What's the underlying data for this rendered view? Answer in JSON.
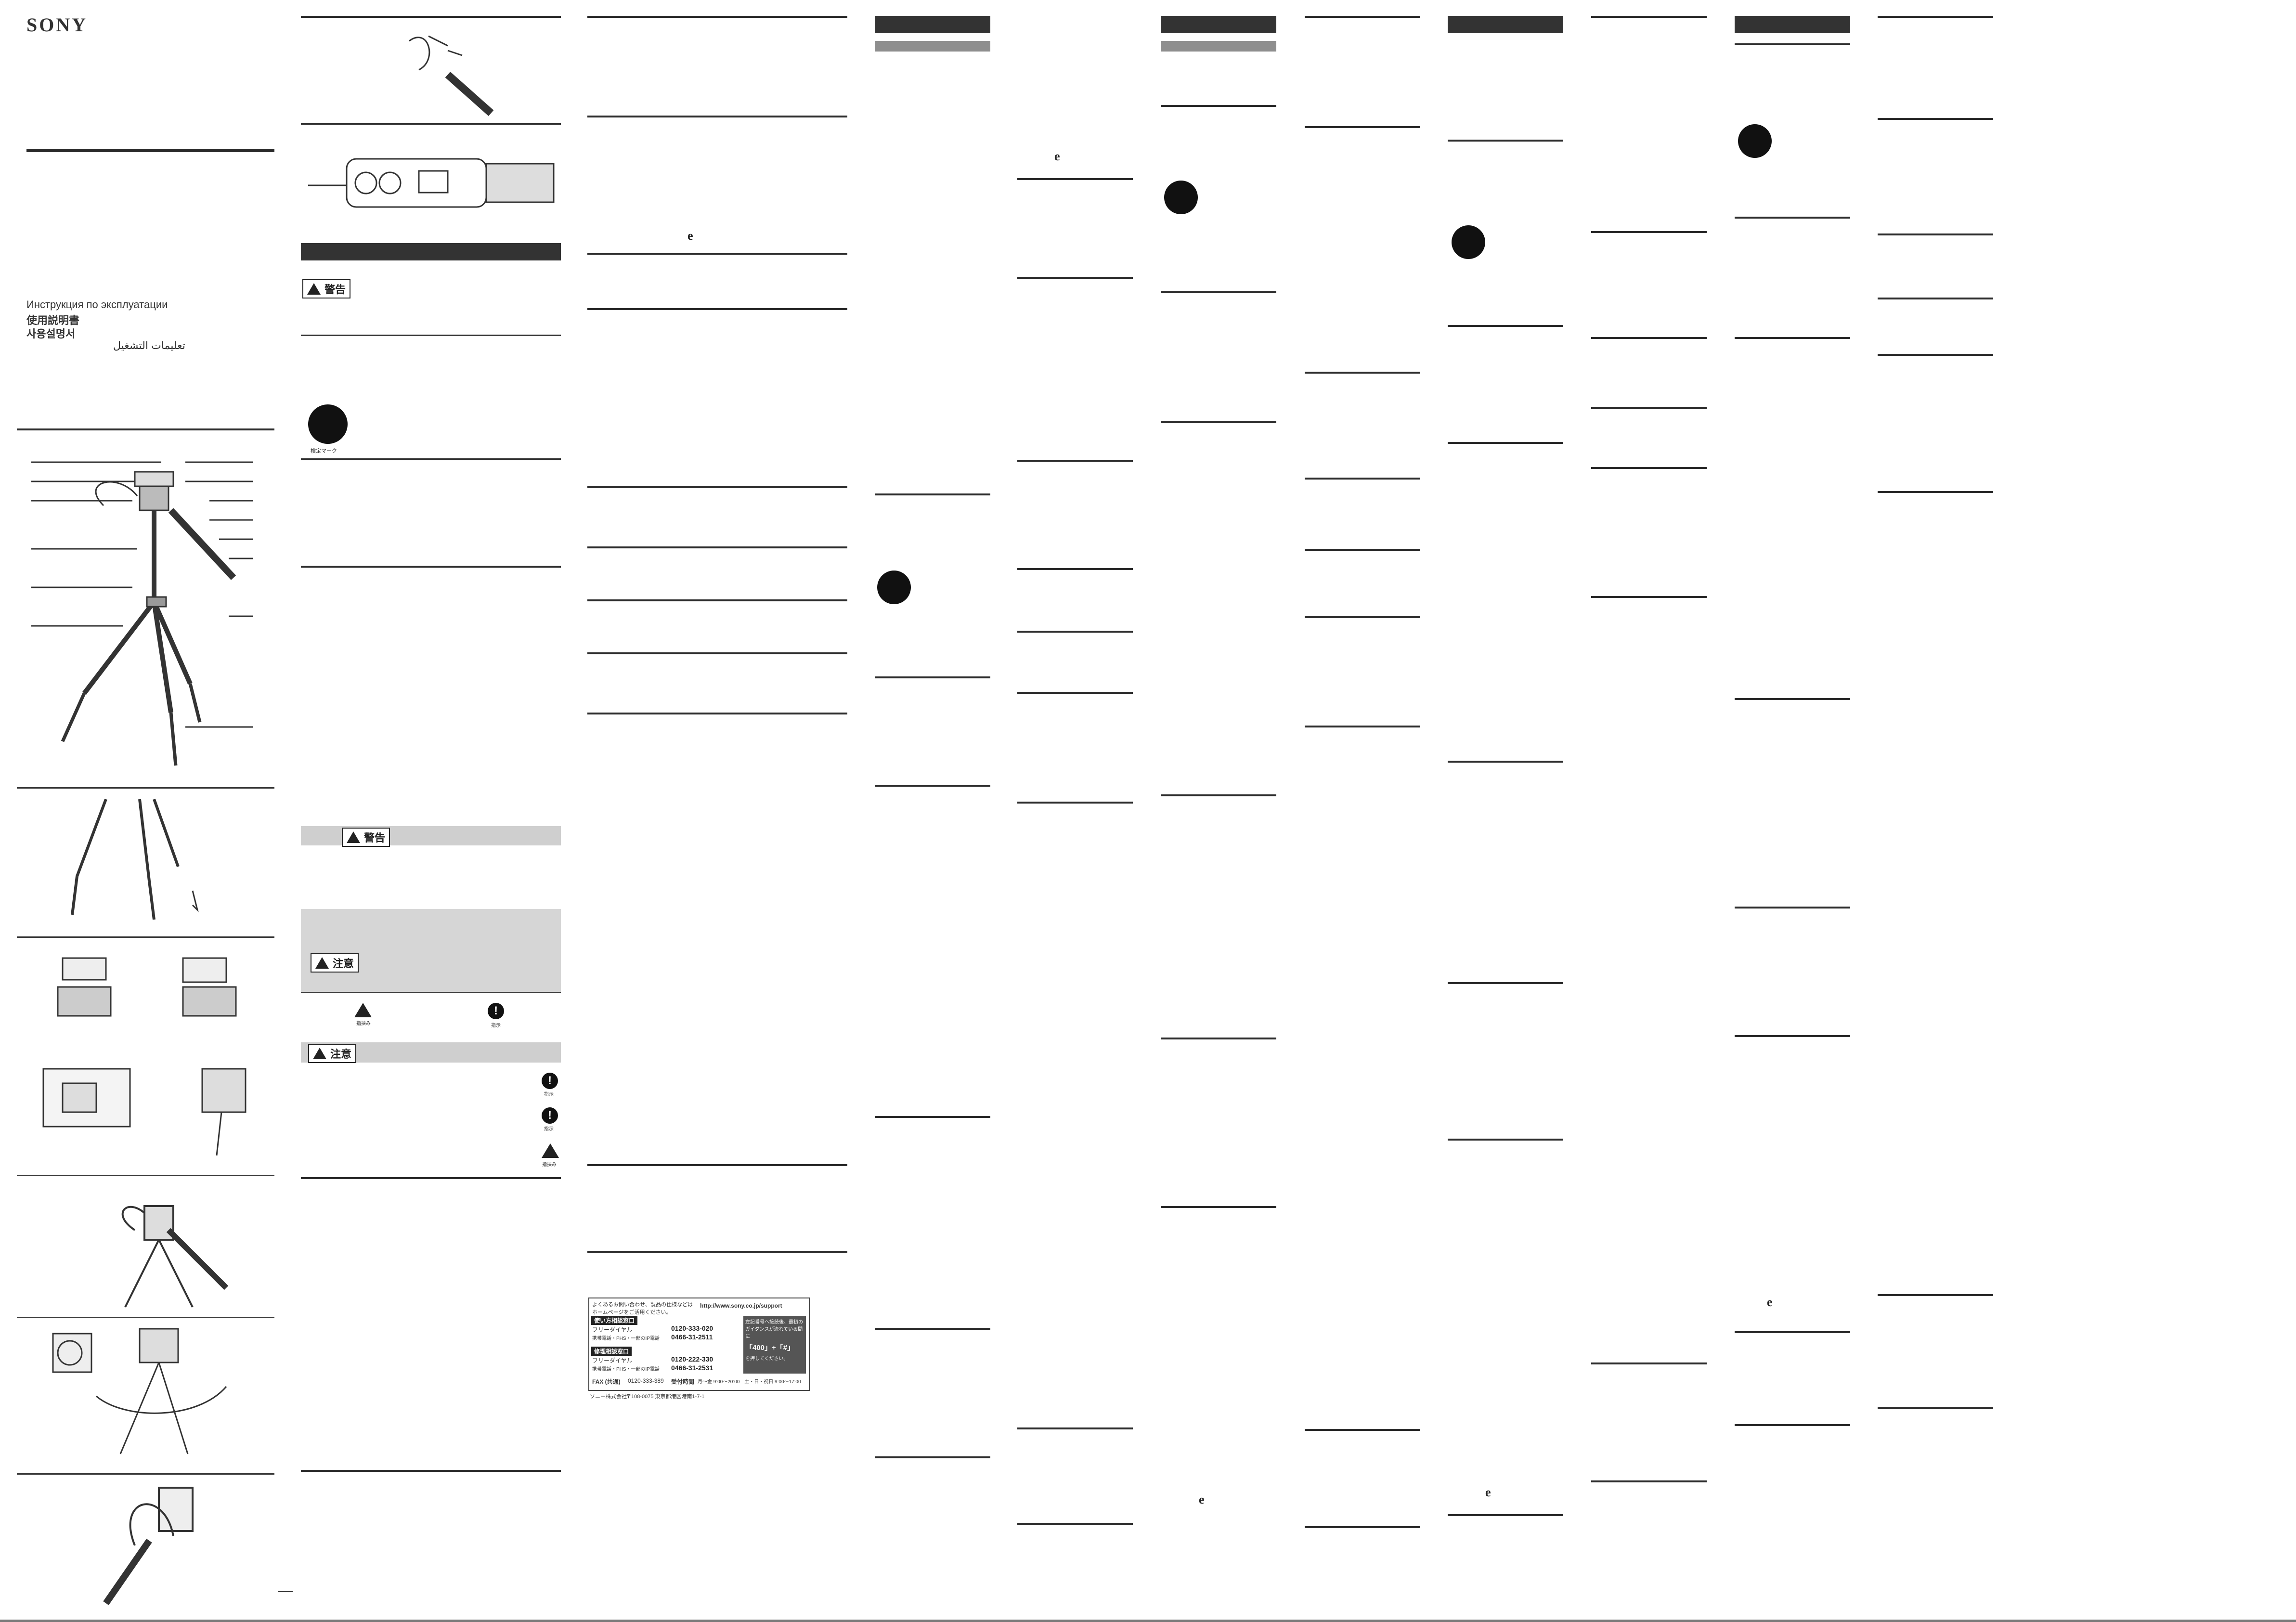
{
  "cover": {
    "brand": "SONY",
    "title_ru": "Инструкция по эксплуатации",
    "title_ja": "使用説明書",
    "title_ko": "사용설명서",
    "title_ar": "تعليمات التشغيل"
  },
  "warnings": {
    "warning_ja": "警告",
    "caution_ja": "注意",
    "icon_caption_pinch": "指挟み",
    "icon_caption_instruction": "指示"
  },
  "seal": {
    "caption": "検定マーク"
  },
  "glyph": "e",
  "support": {
    "intro": "よくあるお問い合わせ、製品の仕様などは ホームページをご活用ください。",
    "url": "http://www.sony.co.jp/support",
    "section_usage": "使い方相談窓口",
    "section_repair": "修理相談窓口",
    "free_dial_label": "フリーダイヤル",
    "mobile_label": "携帯電話・PHS・一部のIP電話",
    "usage_free_number": "0120-333-020",
    "usage_mobile_number": "0466-31-2511",
    "repair_free_number": "0120-222-330",
    "repair_mobile_number": "0466-31-2531",
    "fax_label": "FAX (共通)",
    "fax_text": "0120-333-389",
    "hours_label": "受付時間",
    "hours_text": "月～金 9:00～20:00　土・日・祝日 9:00～17:00",
    "side_text": "左記番号へ接続後、最初のガイダンスが流れている間に",
    "side_code": "「400」+「#」",
    "side_text2": "を押してください。",
    "company": "ソニー株式会社",
    "address": "〒108-0075 東京都港区港南1-7-1"
  }
}
